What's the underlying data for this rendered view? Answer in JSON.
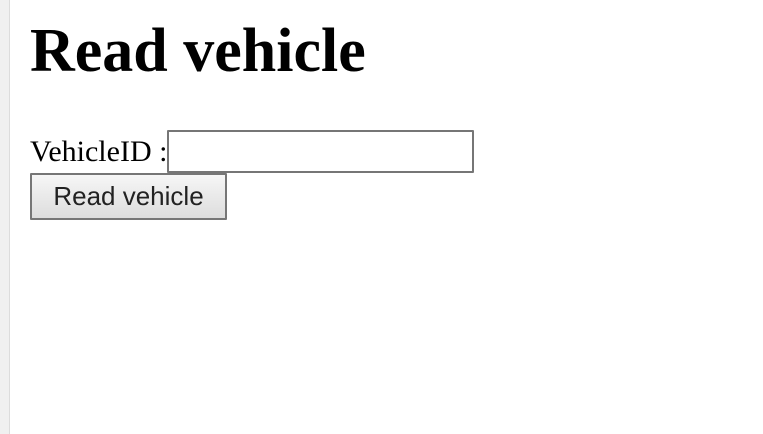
{
  "page": {
    "title": "Read vehicle"
  },
  "form": {
    "vehicle_id_label": "VehicleID :",
    "vehicle_id_value": "",
    "submit_label": "Read vehicle"
  },
  "colors": {
    "background": "#ffffff",
    "text": "#000000",
    "border": "#767676",
    "button_face": "#e6e6e6"
  }
}
